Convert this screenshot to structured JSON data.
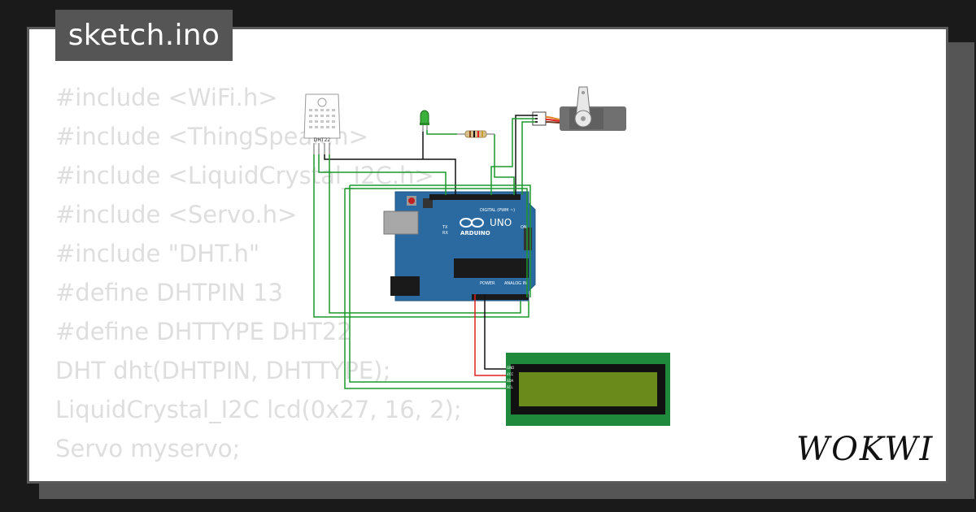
{
  "file_tab": {
    "label": "sketch.ino"
  },
  "code_lines": [
    "#include <WiFi.h>",
    "#include <ThingSpeak.h>",
    "#include <LiquidCrystal_I2C.h>",
    "#include <Servo.h>",
    "#include \"DHT.h\"",
    "#define DHTPIN 13",
    "#define DHTTYPE DHT22",
    "DHT dht(DHTPIN, DHTTYPE);",
    "LiquidCrystal_I2C lcd(0x27, 16, 2);",
    "Servo myservo;"
  ],
  "diagram": {
    "dht_label": "DHT22",
    "board_brand": "UNO",
    "board_maker": "ARDUINO",
    "digital_header": "DIGITAL (PWM ~)",
    "power_header": "POWER",
    "analog_header": "ANALOG IN",
    "on_label": "ON",
    "tx_label": "TX",
    "rx_label": "RX",
    "lcd_pins": [
      "GND",
      "VCC",
      "SDA",
      "SCL"
    ]
  },
  "brand": {
    "logo": "WOKWI"
  },
  "colors": {
    "background": "#1a1a1a",
    "card": "#ffffff",
    "tab": "#555555",
    "code_text": "#dedede",
    "arduino_board": "#2a6aa0",
    "lcd_frame": "#1f8a3c",
    "lcd_screen": "#6b8a1c",
    "wire_green": "#1c9a2c",
    "wire_black": "#111111",
    "wire_red": "#e02020"
  },
  "icons": [
    "wokwi-logo",
    "arduino-infinity-icon"
  ]
}
